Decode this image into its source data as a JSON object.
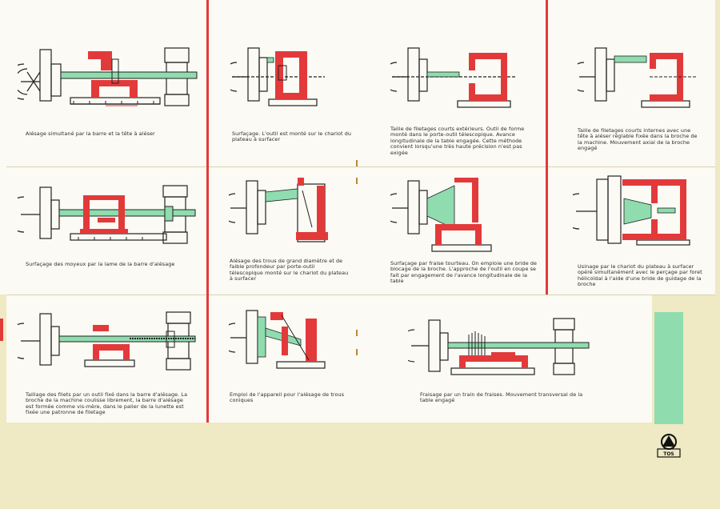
{
  "captions": [
    "Alésage simultané par la barre et la tête à aléser",
    "Surfaçage. L'outil est monté sur le chariot du plateau à surfacer",
    "Taille de filetages courts extérieurs. Outil de forme monté dans le porte-outil télescopique. Avance longitudinale de la table engagée. Cette méthode convient lorsqu'une très haute précision n'est pas exigée",
    "Taille de filetages courts internes avec une tête à aléser réglable fixée dans la broche de la machine. Mouvement axial de la broche engagé",
    "Surfaçage des moyeux par la lame de la barre d'alésage",
    "Alésage des trous de grand diamètre et de faible profondeur par porte-outil télescopique monté sur le chariot du plateau à surfacer",
    "Surfaçage par fraise tourteau. On emploie une bride de blocage de la broche. L'approche de l'outil en coupe se fait par engagement de l'avance longitudinale de la table",
    "Usinage par le chariot du plateau à surfacer opéré simultanément avec le perçage par foret hélicoïdal à l'aide d'une bride de guidage de la broche",
    "Taillage des filets par un outil fixé dans la barre d'alésage. La broche de la machine coulisse librement, la barre d'alésage est formée comme vis-mère, dans le palier de la lunette est fixée une patronne de filetage",
    "Emploi de l'appareil pour l'alésage de trous coniques",
    "Fraisage par un train de fraises. Mouvement transversal de la table engagé"
  ],
  "logo": {
    "text": "TOS"
  },
  "colors": {
    "red": "#e23a3a",
    "green": "#8fdcae",
    "paper": "#efe9c4",
    "panel": "#fbfaf4",
    "ink": "#2b2b2b"
  }
}
